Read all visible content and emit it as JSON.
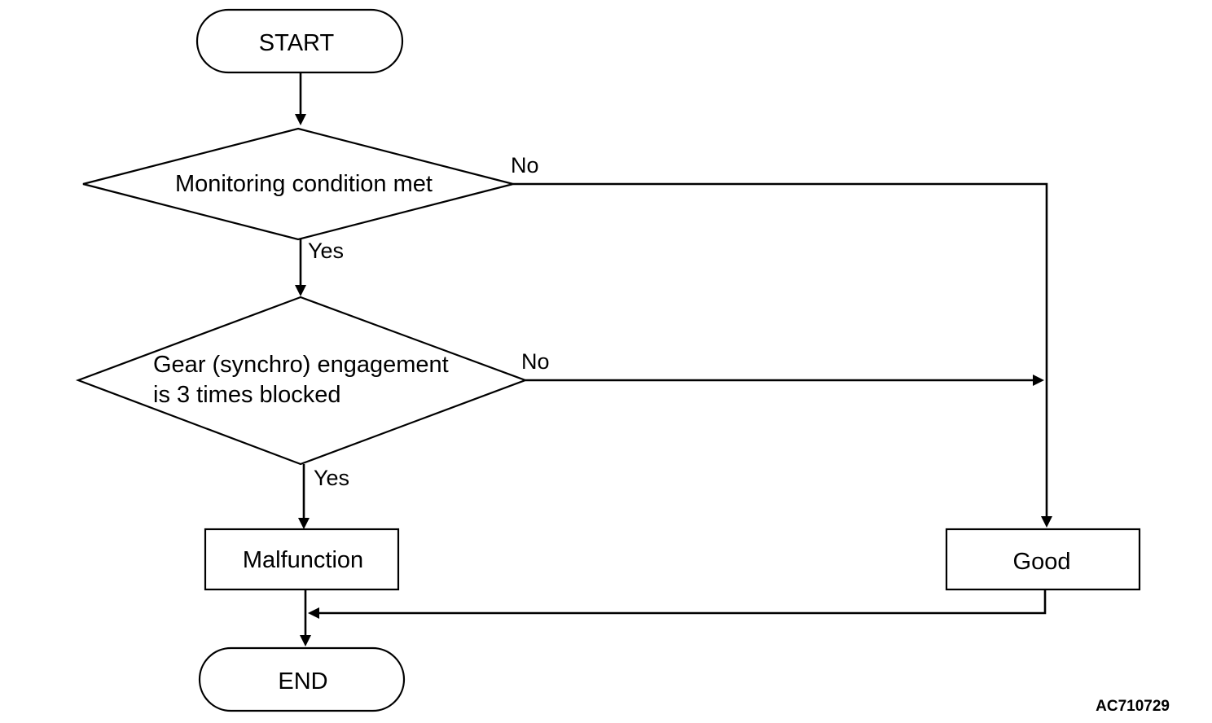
{
  "diagram": {
    "nodes": {
      "start": {
        "type": "terminator",
        "label": "START"
      },
      "decision1": {
        "type": "decision",
        "label": "Monitoring condition met"
      },
      "decision2": {
        "type": "decision",
        "lines": [
          "Gear (synchro) engagement",
          "is 3 times blocked"
        ]
      },
      "malfunction": {
        "type": "process",
        "label": "Malfunction"
      },
      "good": {
        "type": "process",
        "label": "Good"
      },
      "end": {
        "type": "terminator",
        "label": "END"
      }
    },
    "edges": {
      "start_to_d1": {
        "from": "start",
        "to": "decision1",
        "label": ""
      },
      "d1_yes": {
        "from": "decision1",
        "to": "decision2",
        "label": "Yes"
      },
      "d1_no": {
        "from": "decision1",
        "to": "good",
        "label": "No"
      },
      "d2_yes": {
        "from": "decision2",
        "to": "malfunction",
        "label": "Yes"
      },
      "d2_no": {
        "from": "decision2",
        "to": "good",
        "label": "No"
      },
      "malfunction_to_end": {
        "from": "malfunction",
        "to": "end",
        "label": ""
      },
      "good_to_end": {
        "from": "good",
        "to": "end",
        "label": ""
      }
    },
    "figure_code": "AC710729"
  }
}
